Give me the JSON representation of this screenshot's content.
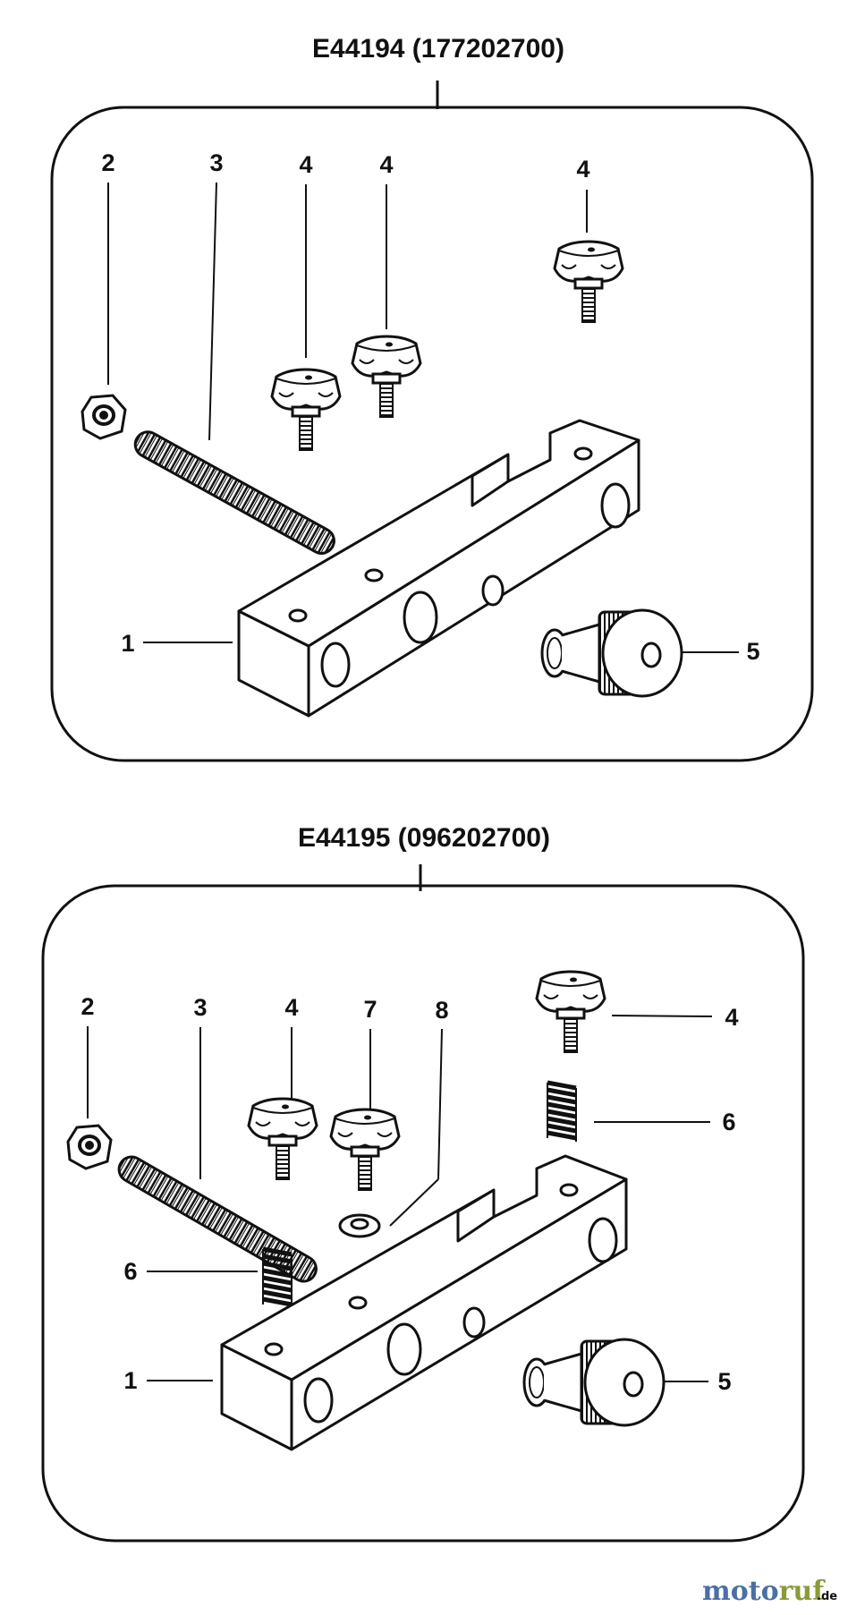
{
  "diagrams": [
    {
      "title": "E44194  (177202700)",
      "callouts": [
        "2",
        "3",
        "4",
        "4",
        "4",
        "1",
        "5"
      ]
    },
    {
      "title": "E44195  (096202700)",
      "callouts": [
        "2",
        "3",
        "4",
        "7",
        "8",
        "4",
        "6",
        "6",
        "1",
        "5"
      ]
    }
  ],
  "watermark": {
    "brand_a": "moto",
    "brand_b": "ruf",
    "suffix": ".de"
  },
  "colors": {
    "ink": "#111111",
    "paper": "#ffffff",
    "brand_a": "#4a6fa5",
    "brand_b": "#8a9a3a"
  }
}
